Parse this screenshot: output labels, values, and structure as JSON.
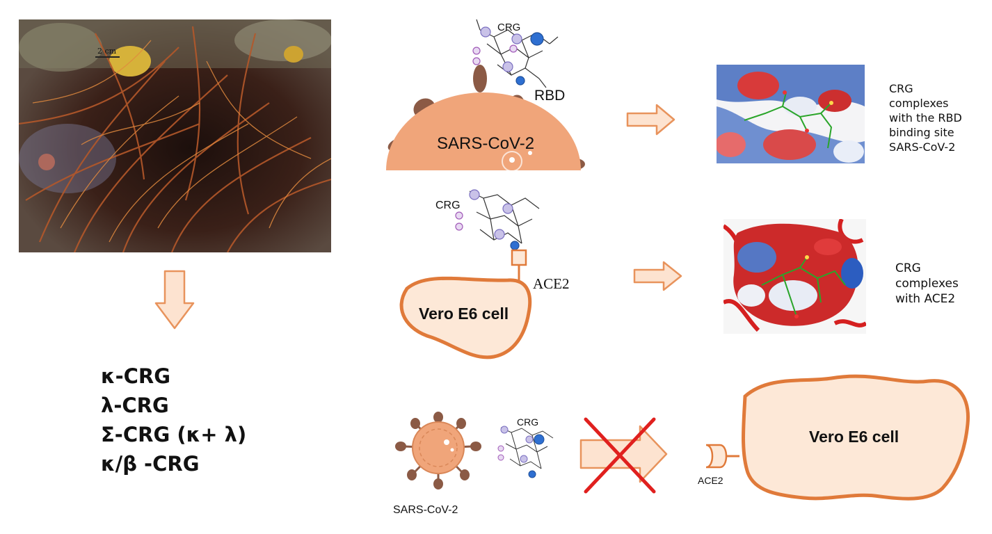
{
  "photo": {
    "scale_label": "2 cm"
  },
  "forms": [
    "κ-CRG",
    "λ-CRG",
    "Σ-CRG (κ+ λ)",
    "κ/β -CRG"
  ],
  "panel1": {
    "crg_label": "CRG",
    "rbd_label": "RBD",
    "virus_label": "SARS-CoV-2",
    "result_text": [
      "CRG",
      "complexes",
      "with the RBD",
      "binding site",
      "SARS-CoV-2"
    ]
  },
  "panel2": {
    "crg_label": "CRG",
    "receptor_label": "ACE2",
    "cell_label": "Vero E6 cell",
    "result_text": [
      "CRG",
      "complexes",
      "with ACE2"
    ]
  },
  "panel3": {
    "virus_label": "SARS-CoV-2",
    "crg_label": "CRG",
    "receptor_label": "ACE2",
    "cell_label": "Vero E6 cell"
  },
  "colors": {
    "arrow_fill": "#fde3d0",
    "arrow_stroke": "#e8935c",
    "virus_body": "#f0a57a",
    "spike": "#8b5a45",
    "cell_fill": "#fde8d7",
    "cell_stroke": "#e07a3a",
    "block_cross": "#e0201e"
  }
}
